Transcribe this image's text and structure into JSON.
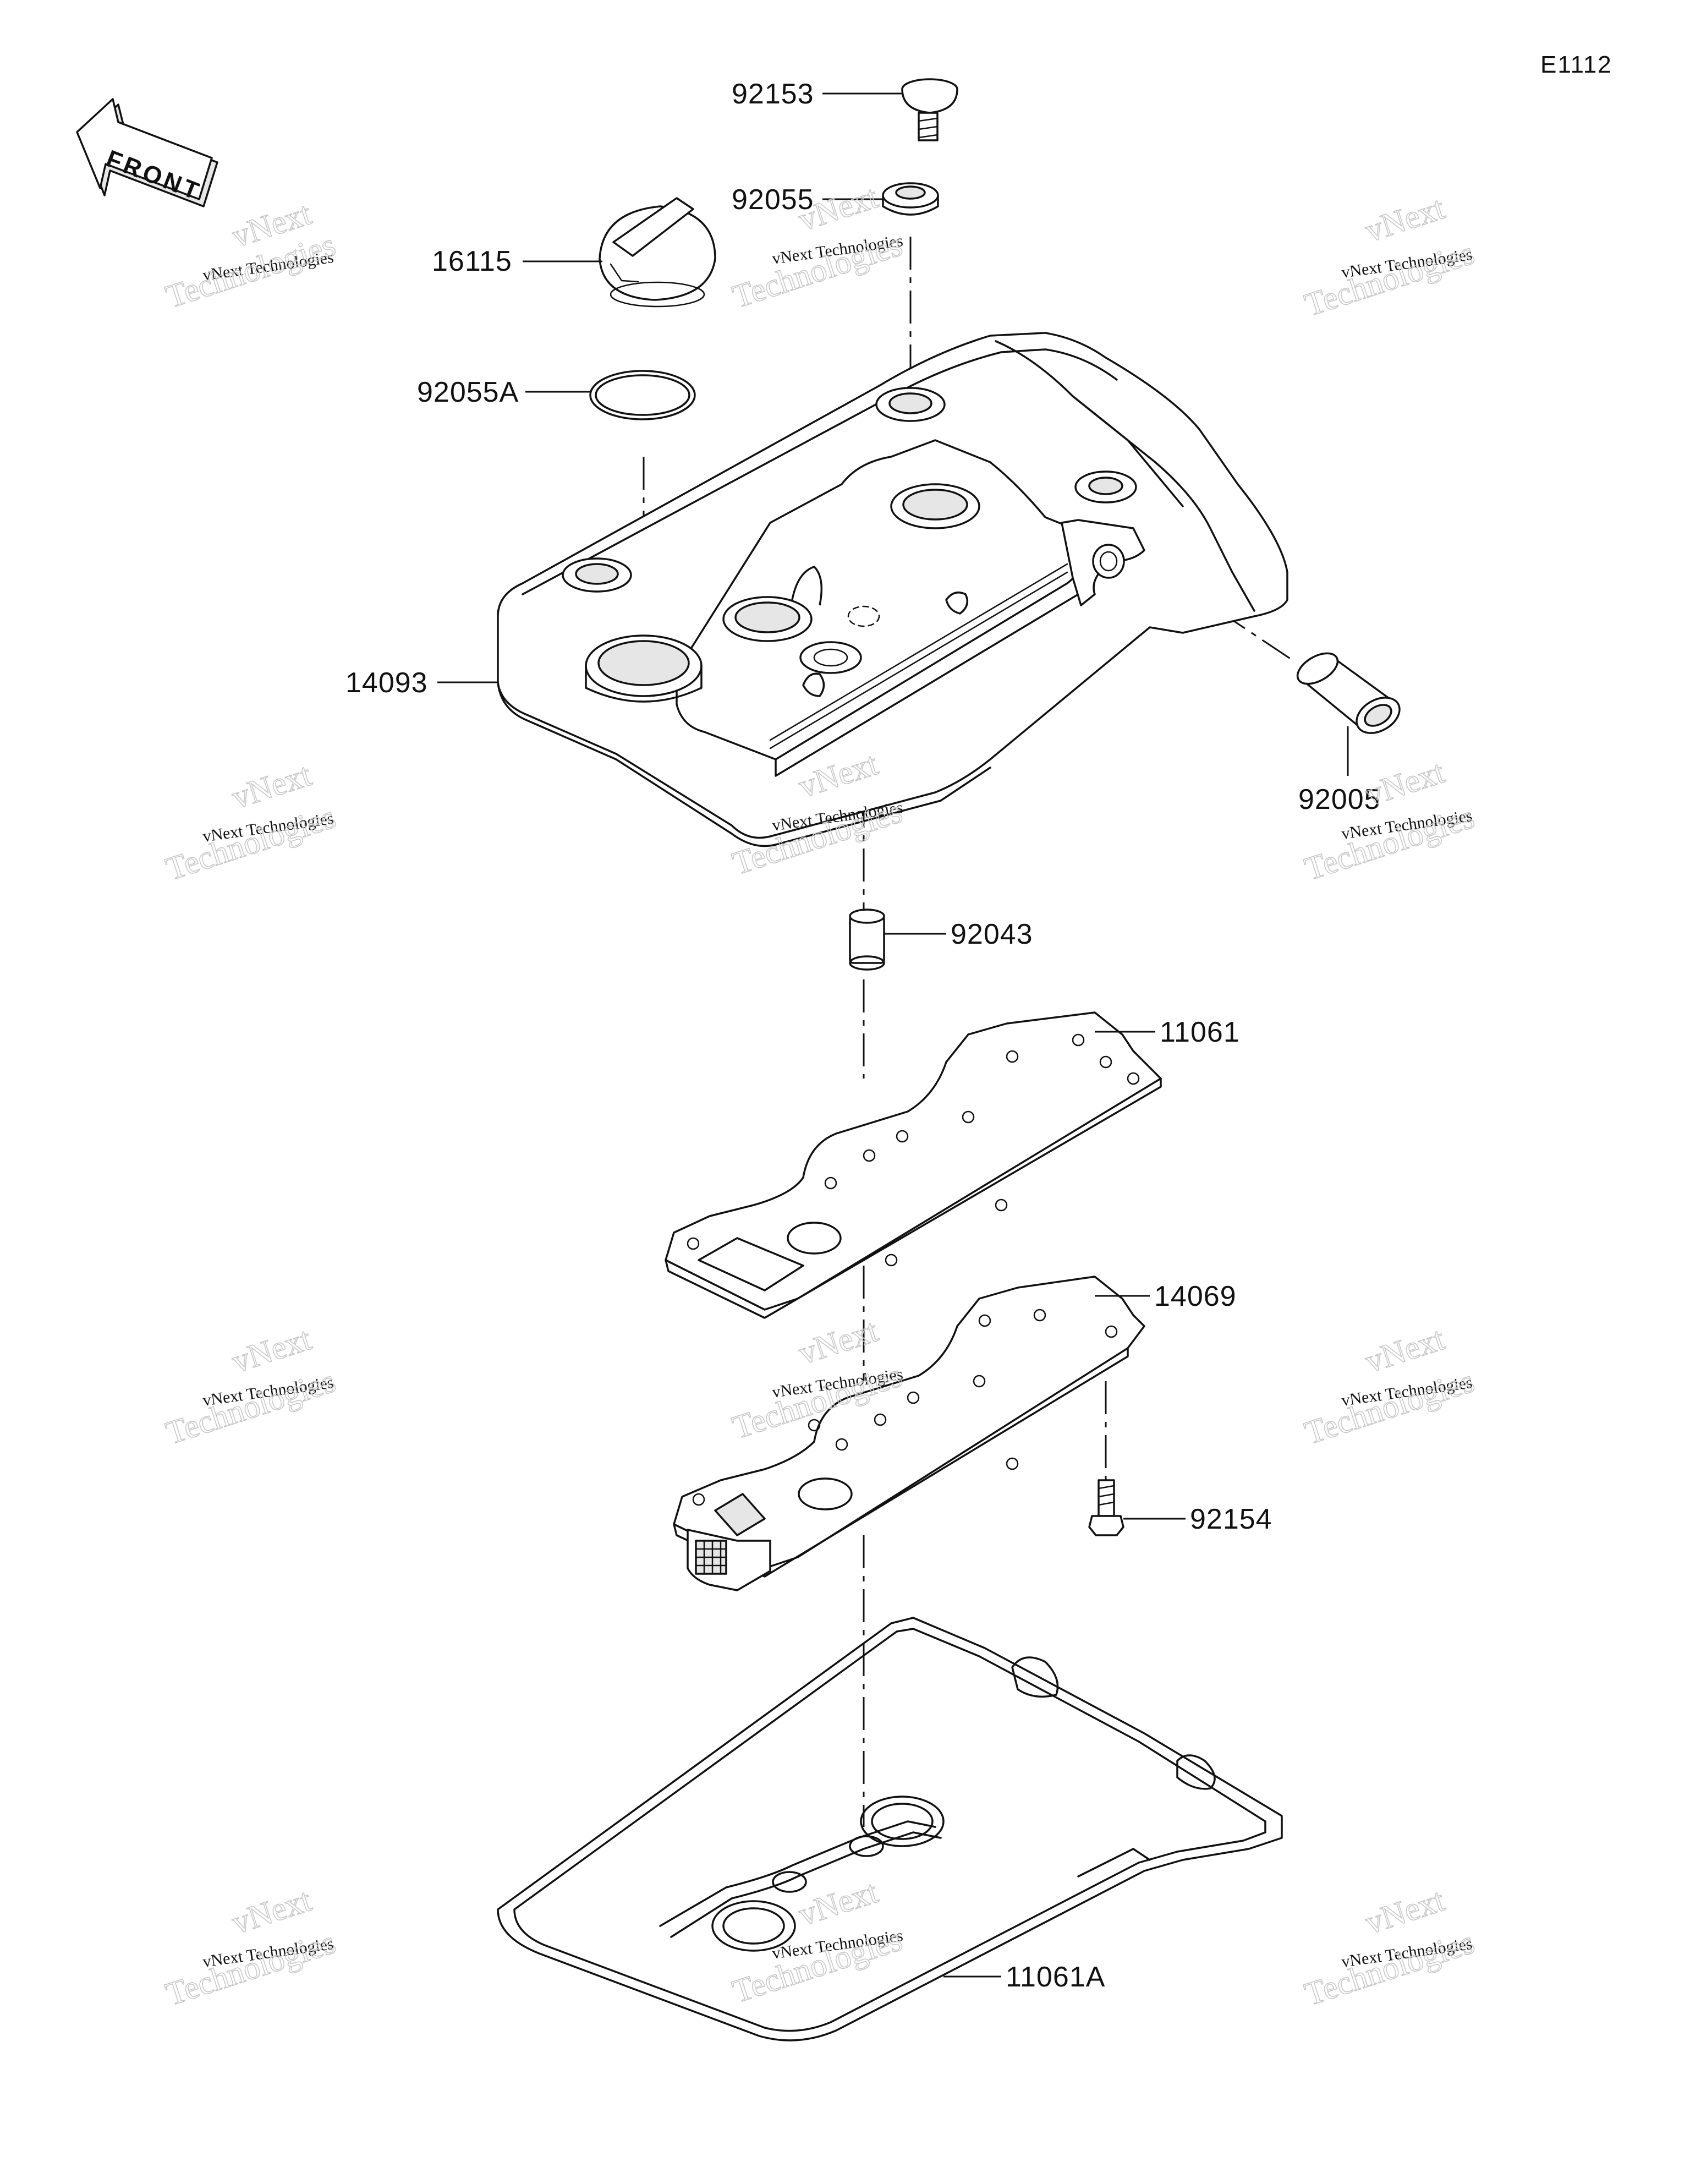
{
  "diagram_code": "E1112",
  "front_label": "FRONT",
  "watermark": {
    "line1": "vNext Technologies",
    "line2_top": "vNext",
    "line2_bottom": "Technologies"
  },
  "parts": {
    "p92153": "92153",
    "p92055": "92055",
    "p16115": "16115",
    "p92055A": "92055A",
    "p14093": "14093",
    "p92005": "92005",
    "p92043": "92043",
    "p11061": "11061",
    "p14069": "14069",
    "p92154": "92154",
    "p11061A": "11061A"
  }
}
